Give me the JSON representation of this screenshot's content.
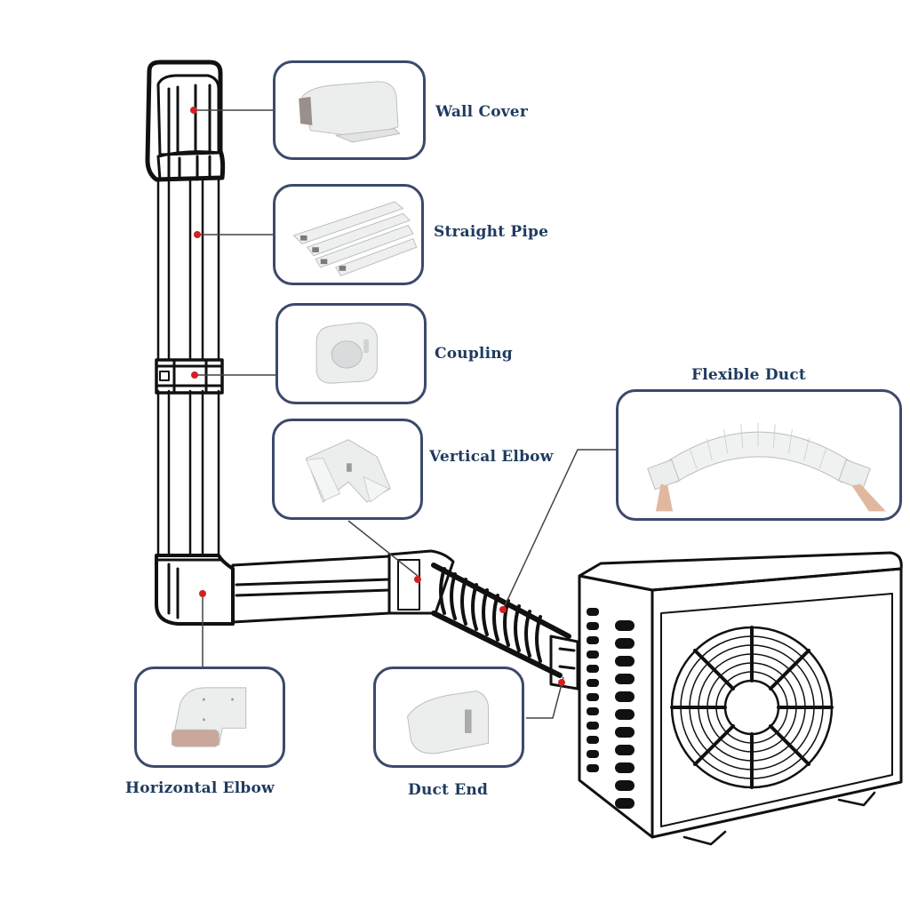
{
  "diagram": {
    "title": "Air conditioner line set cover kit components",
    "accent_color": "#1f3a5f",
    "marker_color": "#d42020",
    "components": [
      {
        "id": "wall-cover",
        "label": "Wall Cover"
      },
      {
        "id": "straight-pipe",
        "label": "Straight Pipe"
      },
      {
        "id": "coupling",
        "label": "Coupling"
      },
      {
        "id": "vertical-elbow",
        "label": "Vertical Elbow"
      },
      {
        "id": "flexible-duct",
        "label": "Flexible Duct"
      },
      {
        "id": "horizontal-elbow",
        "label": "Horizontal Elbow"
      },
      {
        "id": "duct-end",
        "label": "Duct End"
      }
    ]
  }
}
